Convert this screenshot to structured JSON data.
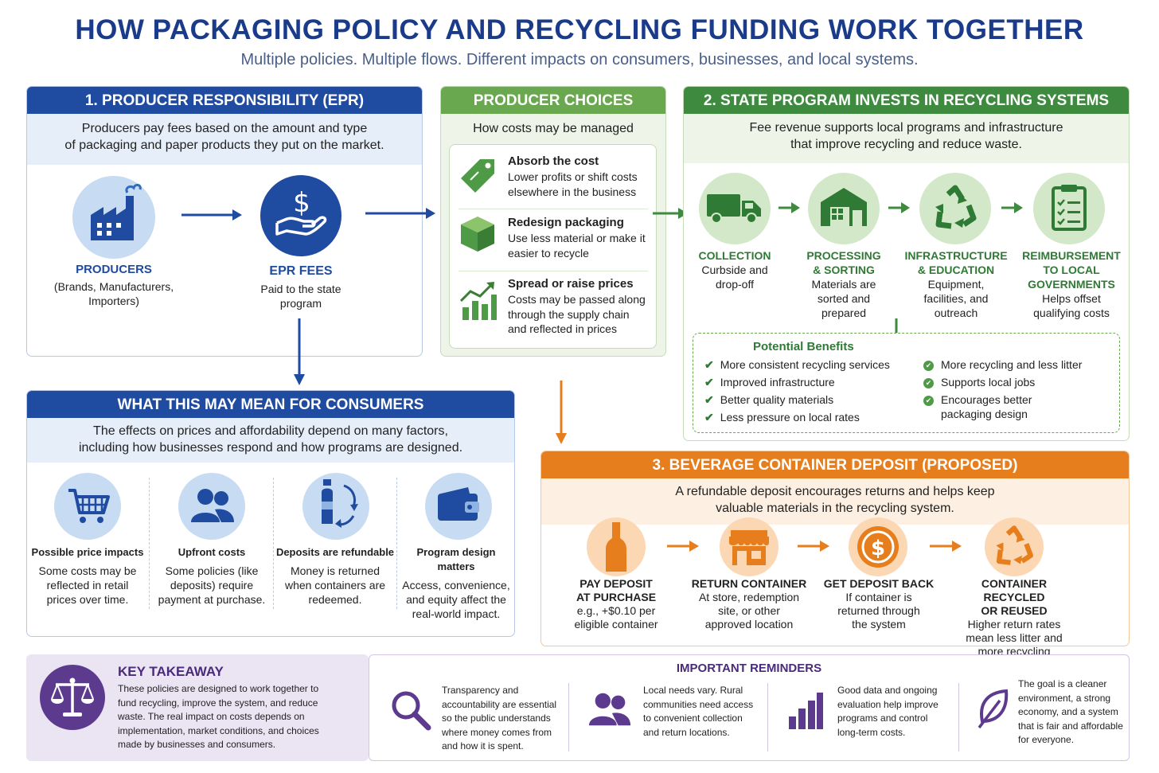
{
  "header": {
    "title": "HOW PACKAGING POLICY AND RECYCLING FUNDING WORK TOGETHER",
    "subtitle": "Multiple policies. Multiple flows. Different impacts on consumers, businesses, and local systems."
  },
  "epr": {
    "heading": "1. PRODUCER RESPONSIBILITY (EPR)",
    "desc_line1": "Producers pay fees based on the amount and type",
    "desc_line2": "of packaging and paper products they put on the market.",
    "producers": {
      "title": "PRODUCERS",
      "line1": "(Brands, Manufacturers,",
      "line2": "Importers)",
      "icon": "factory-icon"
    },
    "fees": {
      "title": "EPR FEES",
      "line1": "Paid to the state",
      "line2": "program",
      "icon": "dollar-hand-icon"
    }
  },
  "choices": {
    "heading": "PRODUCER CHOICES",
    "desc": "How costs may be managed",
    "items": [
      {
        "title": "Absorb the cost",
        "line1": "Lower profits or shift costs",
        "line2": "elsewhere in the business",
        "line3": "",
        "icon": "price-tag-icon"
      },
      {
        "title": "Redesign packaging",
        "line1": "Use less material or make it",
        "line2": "easier to recycle",
        "line3": "",
        "icon": "box-icon"
      },
      {
        "title": "Spread or raise prices",
        "line1": "Costs may be passed along",
        "line2": "through the supply chain",
        "line3": "and reflected in prices",
        "icon": "growth-chart-icon"
      }
    ]
  },
  "state": {
    "heading": "2. STATE PROGRAM INVESTS IN RECYCLING SYSTEMS",
    "desc_line1": "Fee revenue supports local programs and infrastructure",
    "desc_line2": "that improve recycling and reduce waste.",
    "steps": [
      {
        "t1": "COLLECTION",
        "t2": "",
        "t3": "",
        "d1": "Curbside and",
        "d2": "drop-off",
        "d3": "",
        "icon": "truck-icon"
      },
      {
        "t1": "PROCESSING",
        "t2": "& SORTING",
        "t3": "",
        "d1": "Materials are",
        "d2": "sorted and",
        "d3": "prepared",
        "icon": "warehouse-icon"
      },
      {
        "t1": "INFRASTRUCTURE",
        "t2": "& EDUCATION",
        "t3": "",
        "d1": "Equipment,",
        "d2": "facilities, and",
        "d3": "outreach",
        "icon": "recycle-icon"
      },
      {
        "t1": "REIMBURSEMENT",
        "t2": "TO LOCAL",
        "t3": "GOVERNMENTS",
        "d1": "Helps offset",
        "d2": "qualifying costs",
        "d3": "",
        "icon": "clipboard-icon"
      }
    ],
    "benefits_title": "Potential Benefits",
    "benefits_left": [
      "More consistent recycling services",
      "Improved infrastructure",
      "Better quality materials",
      "Less pressure on local rates"
    ],
    "benefits_right": [
      "More recycling and less litter",
      "Supports local jobs",
      "Encourages better",
      "packaging design"
    ]
  },
  "consumers": {
    "heading": "WHAT THIS MAY MEAN FOR CONSUMERS",
    "desc_line1": "The effects on prices and affordability depend on many factors,",
    "desc_line2": "including how businesses respond and how programs are designed.",
    "items": [
      {
        "title": "Possible price impacts",
        "l1": "Some costs may be",
        "l2": "reflected in retail",
        "l3": "prices over time.",
        "icon": "cart-icon"
      },
      {
        "title": "Upfront costs",
        "l1": "Some policies (like",
        "l2": "deposits) require",
        "l3": "payment at purchase.",
        "icon": "people-icon"
      },
      {
        "title": "Deposits are refundable",
        "l1": "Money is returned",
        "l2": "when containers are",
        "l3": "redeemed.",
        "icon": "bottle-cycle-icon"
      },
      {
        "title": "Program design matters",
        "l1": "Access, convenience,",
        "l2": "and equity affect the",
        "l3": "real-world impact.",
        "icon": "wallet-icon"
      }
    ]
  },
  "deposit": {
    "heading": "3. BEVERAGE CONTAINER DEPOSIT (PROPOSED)",
    "desc_line1": "A refundable deposit encourages returns and helps keep",
    "desc_line2": "valuable materials in the recycling system.",
    "steps": [
      {
        "t1": "PAY DEPOSIT",
        "t2": "AT PURCHASE",
        "d1": "e.g., +$0.10 per",
        "d2": "eligible container",
        "d3": "",
        "icon": "bottle-icon"
      },
      {
        "t1": "RETURN CONTAINER",
        "t2": "",
        "d1": "At store, redemption",
        "d2": "site, or other",
        "d3": "approved location",
        "icon": "store-icon"
      },
      {
        "t1": "GET DEPOSIT BACK",
        "t2": "",
        "d1": "If container is",
        "d2": "returned through",
        "d3": "the system",
        "icon": "coin-icon"
      },
      {
        "t1": "CONTAINER RECYCLED",
        "t2": "OR REUSED",
        "d1": "Higher return rates",
        "d2": "mean less litter and",
        "d3": "more recycling",
        "icon": "recycle-icon"
      }
    ]
  },
  "takeaway": {
    "title": "KEY TAKEAWAY",
    "lines": [
      "These policies are designed to work together to",
      "fund recycling, improve the system, and reduce",
      "waste. The real impact on costs depends on",
      "implementation, market conditions, and choices",
      "made by businesses and consumers."
    ]
  },
  "reminders": {
    "title": "IMPORTANT REMINDERS",
    "items": [
      {
        "lines": [
          "Transparency and",
          "accountability are essential",
          "so the public understands",
          "where money comes from",
          "and how it is spent."
        ],
        "icon": "magnifier-icon"
      },
      {
        "lines": [
          "Local needs vary. Rural",
          "communities need access",
          "to convenient collection",
          "and return locations."
        ],
        "icon": "people-icon"
      },
      {
        "lines": [
          "Good data and ongoing",
          "evaluation help improve",
          "programs and control",
          "long-term costs."
        ],
        "icon": "bar-chart-icon"
      },
      {
        "lines": [
          "The goal is a cleaner",
          "environment, a strong",
          "economy, and a system",
          "that is fair and affordable",
          "for everyone."
        ],
        "icon": "leaf-icon"
      }
    ]
  },
  "colors": {
    "blue": "#1f4ba0",
    "green": "#3e8a3f",
    "light_green": "#6aa84f",
    "orange": "#e67e1e",
    "purple": "#5c3a8e"
  }
}
